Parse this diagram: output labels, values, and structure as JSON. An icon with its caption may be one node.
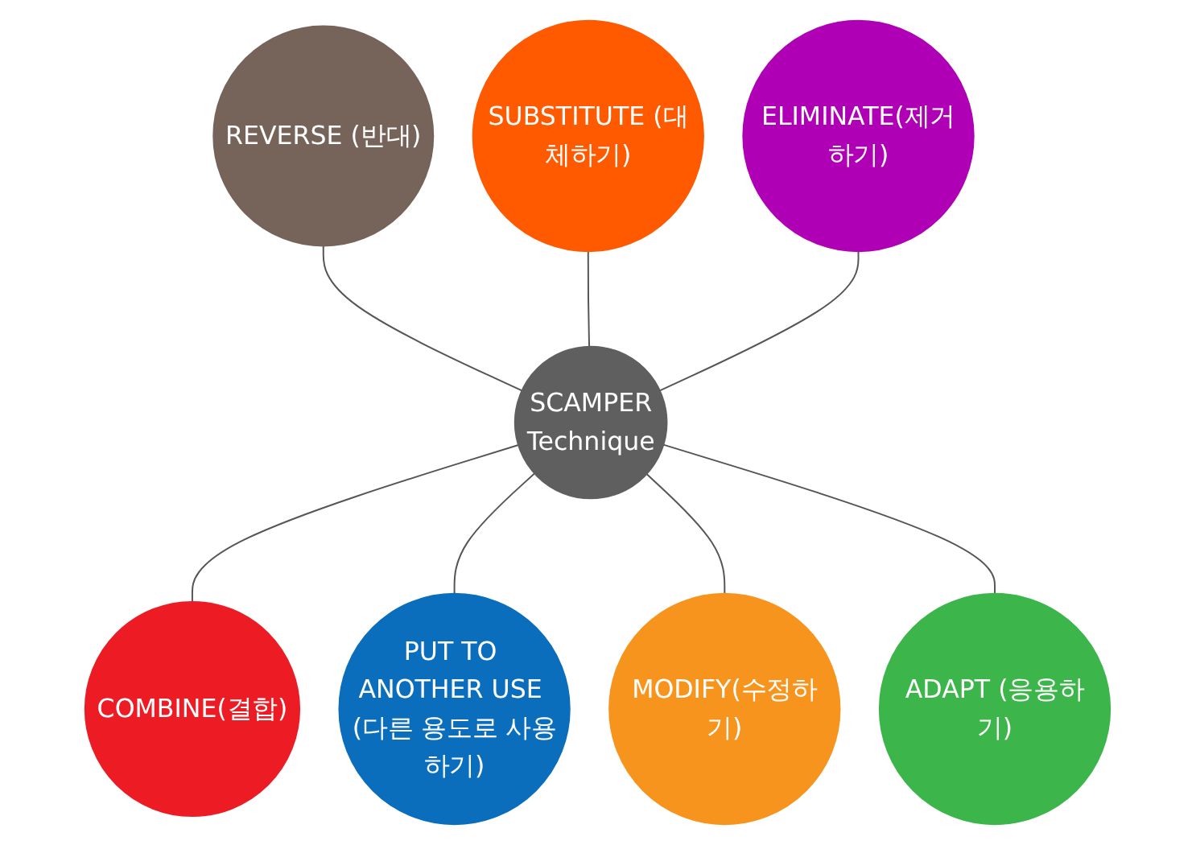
{
  "diagram": {
    "nodes": [
      {
        "text": [
          "SCAMPER",
          "Technique"
        ]
      },
      {
        "text": [
          "SUBSTITUTE (대체하기)"
        ]
      },
      {
        "text": [
          "ELIMINATE(제거하기)"
        ]
      },
      {
        "text": [
          "ADAPT (응용하기)"
        ]
      },
      {
        "text": [
          "MODIFY(수정하기)"
        ]
      },
      {
        "text": [
          "PUT TO ANOTHER USE (다른 용도로 사용하기)"
        ]
      },
      {
        "text": [
          "COMBINE(결합)"
        ]
      },
      {
        "text": [
          "REVERSE (반대)"
        ]
      }
    ],
    "edges": [
      {
        "from": 7,
        "to": 0,
        "arrow": "none"
      },
      {
        "from": 1,
        "to": 0,
        "arrow": "none"
      },
      {
        "from": 2,
        "to": 0,
        "arrow": "none"
      },
      {
        "from": 0,
        "to": 6,
        "arrow": "none"
      },
      {
        "from": 0,
        "to": 5,
        "arrow": "none"
      },
      {
        "from": 0,
        "to": 4,
        "arrow": "none"
      },
      {
        "from": 0,
        "to": 3,
        "arrow": "none"
      }
    ]
  }
}
